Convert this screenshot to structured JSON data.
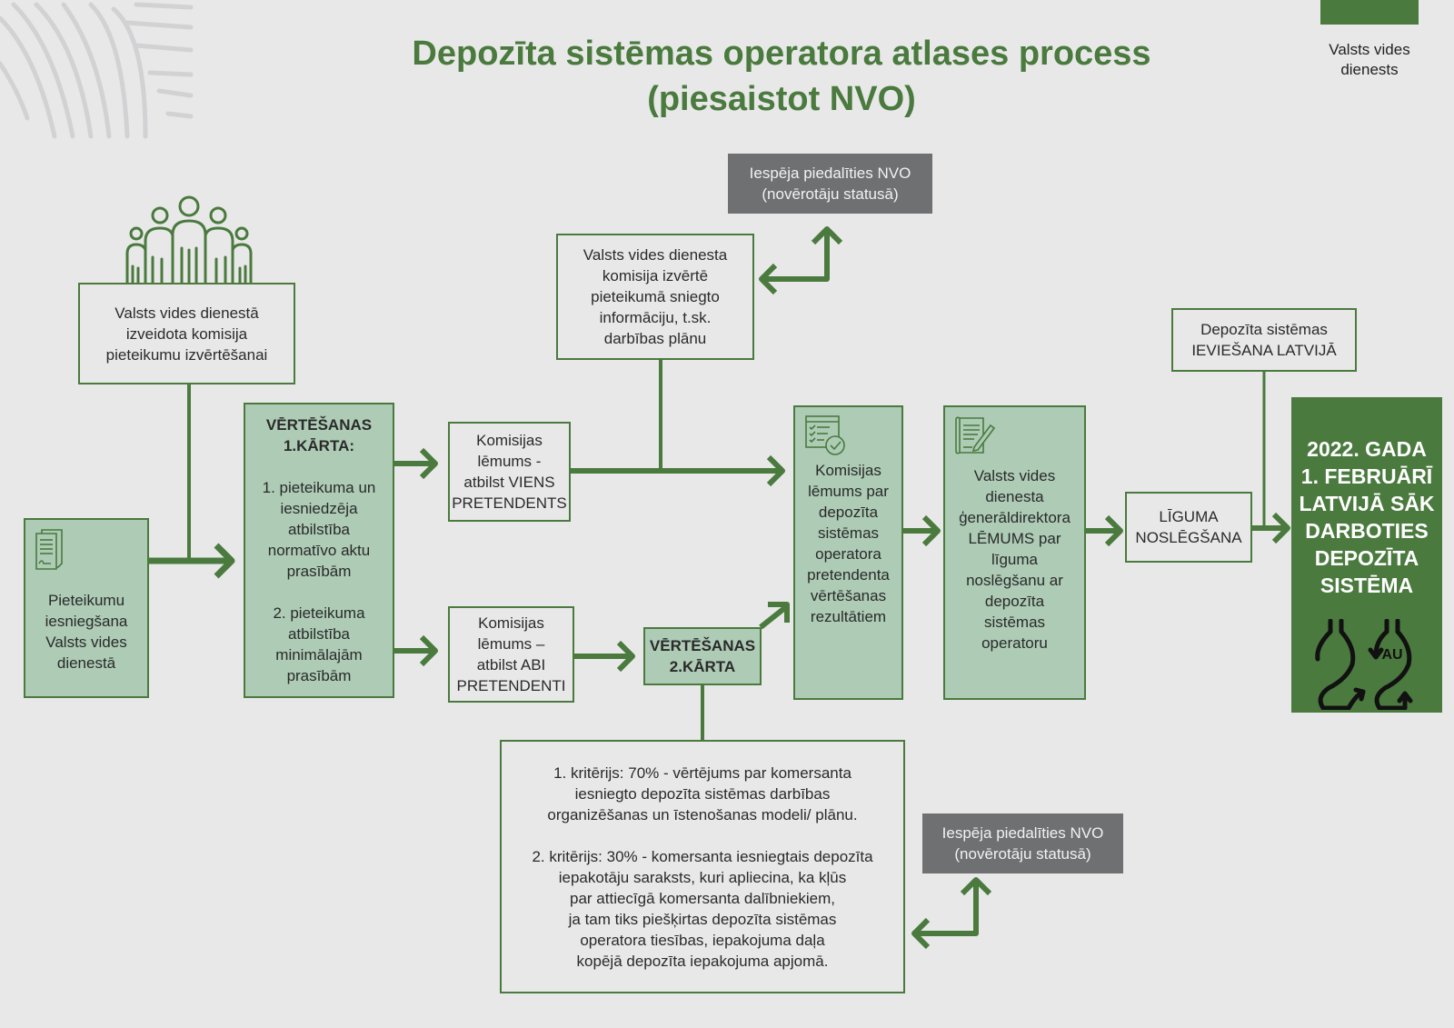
{
  "brand": {
    "name_line1": "Valsts vides",
    "name_line2": "dienests",
    "color": "#4a7a3e"
  },
  "title": {
    "line1": "Depozīta sistēmas operatora atlases process",
    "line2": "(piesaistot NVO)"
  },
  "colors": {
    "accent": "#4a7a3e",
    "box_fill": "#adcbb5",
    "gray_box": "#6f7072",
    "background": "#e8e8e8"
  },
  "nodes": {
    "commission": {
      "lines": [
        "Valsts vides dienestā",
        "izveidota komisija",
        "pieteikumu izvērtēšanai"
      ],
      "icon": "people-group-icon"
    },
    "submission": {
      "lines": [
        "Pieteikumu",
        "iesniegšana",
        "Valsts vides",
        "dienestā"
      ],
      "icon": "documents-icon"
    },
    "round1": {
      "heading": [
        "VĒRTĒŠANAS",
        "1.KĀRTA:"
      ],
      "item1": [
        "1. pieteikuma un",
        "iesniedzēja",
        "atbilstība",
        "normatīvo aktu",
        "prasībām"
      ],
      "item2": [
        "2. pieteikuma",
        "atbilstība",
        "minimālajām",
        "prasībām"
      ]
    },
    "decision_one": {
      "lines": [
        "Komisijas",
        "lēmums -",
        "atbilst VIENS",
        "PRETENDENTS"
      ]
    },
    "decision_both": {
      "lines": [
        "Komisijas",
        "lēmums –",
        "atbilst ABI",
        "PRETENDENTI"
      ]
    },
    "evaluation_info": {
      "lines": [
        "Valsts vides dienesta",
        "komisija izvērtē",
        "pieteikumā sniegto",
        "informāciju, t.sk.",
        "darbības plānu"
      ]
    },
    "ngo_top": {
      "lines": [
        "Iespēja piedalīties NVO",
        "(novērotāju statusā)"
      ]
    },
    "round2": {
      "lines": [
        "VĒRTĒŠANAS",
        "2.KĀRTA"
      ]
    },
    "criteria": {
      "c1": [
        "1. kritērijs: 70% - vērtējums par komersanta",
        "iesniegto depozīta sistēmas darbības",
        "organizēšanas un īstenošanas modeli/ plānu."
      ],
      "c2": [
        "2. kritērijs: 30% - komersanta iesniegtais depozīta",
        "iepakotāju saraksts, kuri apliecina, ka kļūs",
        "par attiecīgā komersanta dalībniekiem,",
        "ja tam tiks piešķirtas depozīta sistēmas",
        "operatora tiesības, iepakojuma daļa",
        "kopējā depozīta iepakojuma apjomā."
      ]
    },
    "ngo_bottom": {
      "lines": [
        "Iespēja piedalīties NVO",
        "(novērotāju statusā)"
      ]
    },
    "commission_decision": {
      "lines": [
        "Komisijas",
        "lēmums par",
        "depozīta",
        "sistēmas",
        "operatora",
        "pretendenta",
        "vērtēšanas",
        "rezultātiem"
      ],
      "icon": "checklist-icon"
    },
    "director_decision": {
      "lines": [
        "Valsts vides",
        "dienesta",
        "ģenerāldirektora",
        "LĒMUMS par",
        "līguma",
        "noslēgšanu ar",
        "depozīta",
        "sistēmas",
        "operatoru"
      ],
      "icon": "contract-signing-icon"
    },
    "contract": {
      "lines": [
        "LĪGUMA",
        "NOSLĒGŠANA"
      ]
    },
    "implementation": {
      "lines": [
        "Depozīta sistēmas",
        "IEVIEŠANA LATVIJĀ"
      ]
    },
    "launch": {
      "lines": [
        "2022. GADA",
        "1. FEBRUĀRĪ",
        "LATVIJĀ SĀK",
        "DARBOTIES",
        "DEPOZĪTA",
        "SISTĒMA"
      ],
      "icon": "bottle-return-icon",
      "icon_label": "AU"
    }
  }
}
